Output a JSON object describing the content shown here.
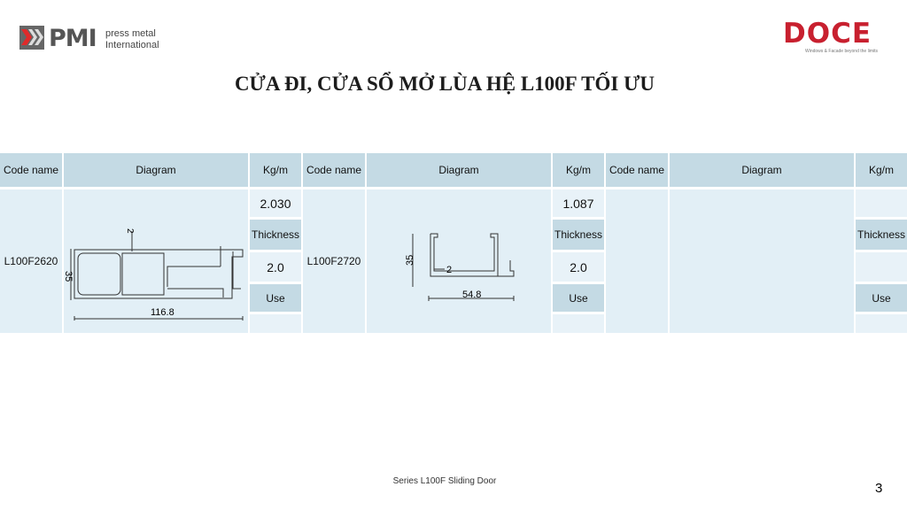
{
  "header": {
    "pmi_logo": "PMI",
    "pmi_sub1": "press metal",
    "pmi_sub2": "International",
    "doce_logo": "DOCE",
    "doce_tagline": "Windows & Facade beyond the limits",
    "brand_color": "#c8202f"
  },
  "title": "CỬA ĐI, CỬA SỔ MỞ LÙA HỆ L100F TỐI ƯU",
  "table": {
    "headers": {
      "code": "Code name",
      "diagram": "Diagram",
      "kg": "Kg/m"
    },
    "labels": {
      "thickness": "Thickness",
      "use": "Use"
    },
    "items": [
      {
        "code": "L100F2620",
        "kg": "2.030",
        "thickness": "2.0",
        "use": "",
        "dims": {
          "height": "35",
          "wall": "2",
          "width": "116.8"
        }
      },
      {
        "code": "L100F2720",
        "kg": "1.087",
        "thickness": "2.0",
        "use": "",
        "dims": {
          "height": "35",
          "wall": "2",
          "width": "54.8"
        }
      },
      {
        "code": "",
        "kg": "",
        "thickness": "",
        "use": ""
      }
    ]
  },
  "footer": "Series L100F  Sliding Door",
  "page_number": "3"
}
